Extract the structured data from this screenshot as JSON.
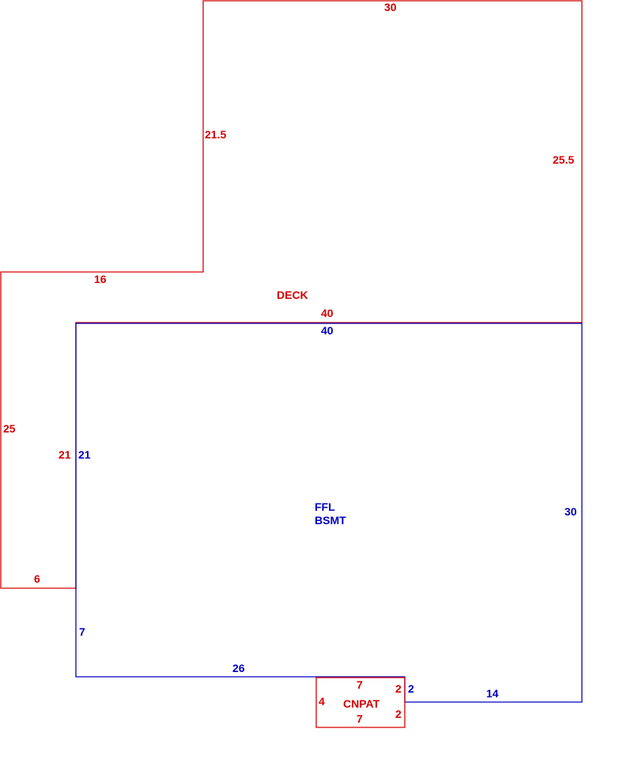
{
  "colors": {
    "deck": "#d40000",
    "basement": "#0000c0",
    "patio": "#d40000",
    "background": "#ffffff"
  },
  "areas": {
    "deck": {
      "name": "DECK",
      "dims": {
        "top": "30",
        "inner_left": "21.5",
        "right": "25.5",
        "step": "16",
        "bottom": "40",
        "outer_left": "25",
        "shared_left": "21",
        "foot": "6"
      }
    },
    "basement": {
      "name_line1": "FFL",
      "name_line2": "BSMT",
      "dims": {
        "top": "40",
        "left_upper": "21",
        "right": "30",
        "left_lower": "7",
        "bottom_left": "26",
        "jog": "2",
        "bottom_right": "14"
      }
    },
    "patio": {
      "name": "CNPAT",
      "dims": {
        "top": "7",
        "left": "4",
        "right_upper": "2",
        "bottom": "7",
        "right_lower": "2"
      }
    }
  }
}
